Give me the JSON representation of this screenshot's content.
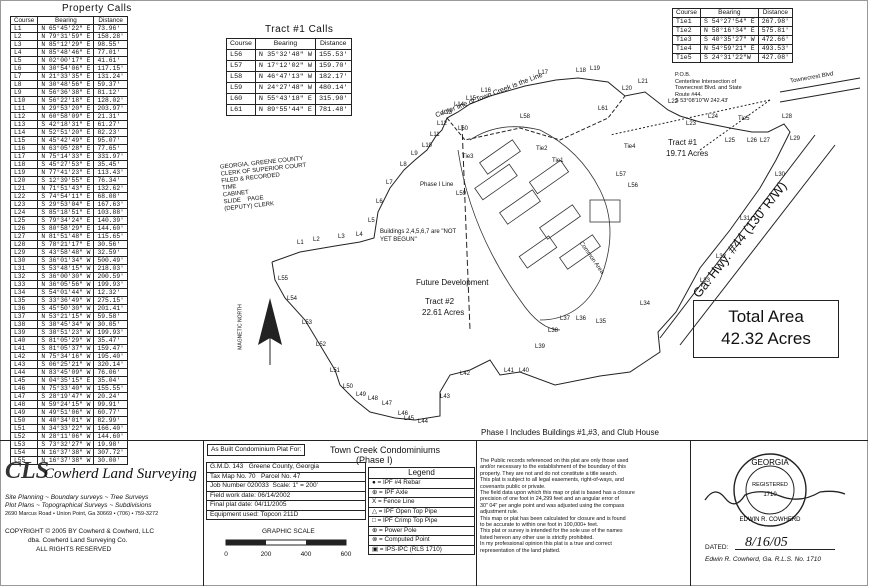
{
  "property_calls": {
    "title": "Property Calls",
    "headers": [
      "Course",
      "Bearing",
      "Distance"
    ],
    "rows": [
      [
        "L1",
        "N 65°45'22\" E",
        "73.96'"
      ],
      [
        "L2",
        "N 79°31'59\" E",
        "158.28'"
      ],
      [
        "L3",
        "N 85°12'29\" E",
        "98.55'"
      ],
      [
        "L4",
        "N 85°48'46\" E",
        "77.01'"
      ],
      [
        "L5",
        "N 02°00'17\" E",
        "41.61'"
      ],
      [
        "L6",
        "N 30°54'06\" E",
        "117.15'"
      ],
      [
        "L7",
        "N 21°33'35\" E",
        "131.24'"
      ],
      [
        "L8",
        "N 30°48'56\" E",
        "59.37'"
      ],
      [
        "L9",
        "N 56°36'38\" E",
        "81.12'"
      ],
      [
        "L10",
        "N 56°22'18\" E",
        "128.02'"
      ],
      [
        "L11",
        "N 29°53'20\" E",
        "203.97'"
      ],
      [
        "L12",
        "N 60°58'09\" E",
        "21.31'"
      ],
      [
        "L13",
        "S 42°18'31\" E",
        "61.27'"
      ],
      [
        "L14",
        "N 52°51'20\" E",
        "82.23'"
      ],
      [
        "L15",
        "N 45°42'49\" E",
        "95.07'"
      ],
      [
        "L16",
        "N 63°05'28\" E",
        "77.65'"
      ],
      [
        "L17",
        "N 75°14'33\" E",
        "331.97'"
      ],
      [
        "L18",
        "S 45°27'53\" E",
        "35.45'"
      ],
      [
        "L19",
        "N 77°41'23\" E",
        "113.43'"
      ],
      [
        "L20",
        "S 12°39'55\" E",
        "76.34'"
      ],
      [
        "L21",
        "N 71°51'43\" E",
        "132.62'"
      ],
      [
        "L22",
        "S 74°54'11\" E",
        "68.08'"
      ],
      [
        "L23",
        "S 29°53'04\" E",
        "167.63'"
      ],
      [
        "L24",
        "S 85°18'51\" E",
        "103.88'"
      ],
      [
        "L25",
        "S 79°34'24\" E",
        "140.39'"
      ],
      [
        "L26",
        "S 80°58'29\" E",
        "144.60'"
      ],
      [
        "L27",
        "N 81°51'48\" E",
        "115.65'"
      ],
      [
        "L28",
        "S 78°21'17\" E",
        "30.56'"
      ],
      [
        "L29",
        "S 43°58'48\" W",
        "32.59'"
      ],
      [
        "L30",
        "S 36°01'34\" W",
        "500.49'"
      ],
      [
        "L31",
        "S 53°48'15\" W",
        "218.03'"
      ],
      [
        "L32",
        "S 36°00'30\" W",
        "200.59'"
      ],
      [
        "L33",
        "N 36°05'56\" W",
        "199.93'"
      ],
      [
        "L34",
        "S 54°01'44\" W",
        "12.32'"
      ],
      [
        "L35",
        "S 33°36'49\" W",
        "275.15'"
      ],
      [
        "L36",
        "S 45°50'30\" W",
        "201.41'"
      ],
      [
        "L37",
        "N 53°21'15\" W",
        "59.58'"
      ],
      [
        "L38",
        "S 38°45'34\" W",
        "30.05'"
      ],
      [
        "L39",
        "S 38°51'23\" W",
        "199.93'"
      ],
      [
        "L40",
        "S 81°05'29\" W",
        "35.47'"
      ],
      [
        "L41",
        "S 81°05'37\" W",
        "159.47'"
      ],
      [
        "L42",
        "N 75°34'16\" W",
        "195.40'"
      ],
      [
        "L43",
        "S 06°25'21\" W",
        "320.14'"
      ],
      [
        "L44",
        "N 83°45'09\" W",
        "76.06'"
      ],
      [
        "L45",
        "N 04°35'15\" E",
        "35.04'"
      ],
      [
        "L46",
        "N 75°33'40\" W",
        "155.55'"
      ],
      [
        "L47",
        "S 28°19'47\" W",
        "20.24'"
      ],
      [
        "L48",
        "N 59°24'15\" W",
        "99.91'"
      ],
      [
        "L49",
        "N 49°51'06\" W",
        "60.77'"
      ],
      [
        "L50",
        "N 40°34'01\" W",
        "82.99'"
      ],
      [
        "L51",
        "N 34°33'22\" W",
        "166.40'"
      ],
      [
        "L52",
        "N 28°11'06\" W",
        "144.60'"
      ],
      [
        "L53",
        "S 73°32'27\" W",
        "19.98'"
      ],
      [
        "L54",
        "N 16°37'38\" W",
        "307.72'"
      ],
      [
        "L55",
        "N 16°37'38\" W",
        "30.00'"
      ]
    ]
  },
  "tract_calls": {
    "title": "Tract #1 Calls",
    "headers": [
      "Course",
      "Bearing",
      "Distance"
    ],
    "rows": [
      [
        "L56",
        "N 35°32'48\" W",
        "155.53'"
      ],
      [
        "L57",
        "N 17°12'02\" W",
        "159.70'"
      ],
      [
        "L58",
        "N 46°47'13\" W",
        "182.17'"
      ],
      [
        "L59",
        "N 24°27'48\" W",
        "480.14'"
      ],
      [
        "L60",
        "N 55°43'18\" E",
        "315.90'"
      ],
      [
        "L61",
        "N 89°55'44\" E",
        "781.48'"
      ]
    ]
  },
  "tie_calls": {
    "headers": [
      "Course",
      "Bearing",
      "Distance"
    ],
    "rows": [
      [
        "Tie1",
        "S 54°27'54\" E",
        "267.98'"
      ],
      [
        "Tie2",
        "N 58°16'34\" E",
        "575.81'"
      ],
      [
        "Tie3",
        "S 40°35'27\" W",
        "472.66'"
      ],
      [
        "Tie4",
        "N 54°59'21\" E",
        "493.53'"
      ],
      [
        "Tie5",
        "S 24°31'22\"W",
        "427.08'"
      ]
    ]
  },
  "recording": {
    "line1": "GEORGIA, GREENE COUNTY",
    "line2": "CLERK OF SUPERIOR COURT",
    "line3": "FILED & RECORDED",
    "time": "TIME",
    "cabinet": "CABINET",
    "slide": "SLIDE",
    "page": "PAGE",
    "deputy": "(DEPUTY) CLERK"
  },
  "map_labels": {
    "creek": "Center line of Town Creek is the Line",
    "phase_line": "Phase I Line",
    "buildings_note": "Buildings 2,4,5,6,7 are \"NOT YET BEGUN\"",
    "future_dev": "Future Development",
    "tract2": "Tract #2",
    "tract2_acres": "22.61 Acres",
    "tract1": "Tract #1",
    "tract1_acres": "19.71 Acres",
    "highway": "Ga. Hwy. #44 (130' R/W)",
    "townecrest": "Townecrest Blvd",
    "pob1": "P.O.B.",
    "pob2": "Centerline Intersection of",
    "pob3": "Townecrest Blvd. and State",
    "pob4": "Route #44.",
    "pob5": "S 53°08'10\"W 242.43'",
    "magnetic_north": "MAGNETIC NORTH",
    "common_area": "Common Area",
    "phase_note": "Phase I Includes Buildings #1,#3, and Club House",
    "line_labels": [
      "L1",
      "L2",
      "L3",
      "L4",
      "L5",
      "L6",
      "L7",
      "L8",
      "L9",
      "L10",
      "L11",
      "L12",
      "L13",
      "L14",
      "L15",
      "L16",
      "L17",
      "L18",
      "L19",
      "L20",
      "L21",
      "L22",
      "L23",
      "L24",
      "L25",
      "L26",
      "L27",
      "L28",
      "L29",
      "L30",
      "L31",
      "L32",
      "L33",
      "L34",
      "L35",
      "L36",
      "L37",
      "L38",
      "L39",
      "L40",
      "L41",
      "L42",
      "L43",
      "L44",
      "L45",
      "L46",
      "L47",
      "L48",
      "L49",
      "L50",
      "L51",
      "L52",
      "L53",
      "L54",
      "L55",
      "L56",
      "L57",
      "L58",
      "L59",
      "L60",
      "L61",
      "Tie1",
      "Tie2",
      "Tie3",
      "Tie4",
      "Tie5"
    ]
  },
  "total_area": {
    "line1": "Total Area",
    "line2": "42.32 Acres"
  },
  "company": {
    "logo": "CLS",
    "name": "Cowherd Land Surveying",
    "services1": "Site Planning ~ Boundary surveys ~ Tree Surveys",
    "services2": "Plot Plans ~ Topographical Surveys ~ Subdivisions",
    "address": "2690 Marcus Road • Union Point, Ga 30669 • (706) • 759-3272",
    "copyright1": "COPYRIGHT © 2005 BY Cowherd & Cowherd, LLC",
    "copyright2": "dba. Cowherd Land Surveying Co.",
    "copyright3": "ALL RIGHTS RESERVED"
  },
  "plat": {
    "as_built": "As Built Condominium Plat For:",
    "project1": "Town Creek Condominiums",
    "project2": "(Phase I)",
    "gmd_label": "G.M.D.",
    "gmd": "143",
    "county": "Greene County, Georgia",
    "taxmap_label": "Tax Map No.",
    "taxmap": "70",
    "parcel_label": "Parcel No.",
    "parcel": "47",
    "job_label": "Job Number",
    "job": "020033",
    "scale_label": "Scale:",
    "scale": "1\" = 200'",
    "fieldwork": "Field work date: 06/14/2002",
    "finalplat": "Final plat date: 04/11/2005",
    "equipment": "Equipment used: Topcon 211D",
    "graphic_scale": "GRAPHIC SCALE",
    "scale_ticks": [
      "0",
      "200",
      "400",
      "600"
    ]
  },
  "legend": {
    "title": "Legend",
    "items": [
      "● = IPF #4 Rebar",
      "⊕ = IPF Axle",
      "X = Fence Line",
      "△ = IPF Open Top Pipe",
      "□ = IPF Crimp Top Pipe",
      "⊕ = Power Pole",
      "⊗ = Computed Point",
      "▣ = IPS-IPC (RLS 1710)"
    ]
  },
  "notes": [
    "The Public records referenced on this plat are only those used",
    "and/or necessary to the establishment of the boundary of this",
    "property. They are not and do not constitute a title search.",
    "This plat is subject to all legal easements, right-of-ways, and",
    "covenants public or private.",
    "The field data upon which this map or plat is based has a closure",
    "precision of one foot in 24,299 feet and an angular error of",
    "30\" 04\" per angle point and was adjusted using the compass",
    "adjustment rule.",
    "This map or plat has been calculated for closure and is found",
    "to be accurate to within one foot in 100,000+ feet.",
    "This plat or survey is intended for the sole use of the names",
    "listed hereon any other use is strictly prohibited.",
    "In my professional opinion this plat is a true and correct",
    "representation of the land platted."
  ],
  "seal": {
    "top": "GEORGIA",
    "middle": "REGISTERED",
    "number": "1710",
    "bottom": "EDWIN R. COWHERD"
  },
  "signature": {
    "dated_label": "DATED:",
    "dated": "8/16/05",
    "name": "Edwin R. Cowherd, Ga. R.L.S. No. 1710"
  }
}
